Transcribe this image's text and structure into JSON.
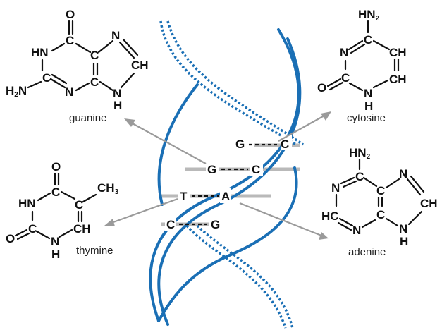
{
  "labels": {
    "guanine": "guanine",
    "cytosine": "cytosine",
    "thymine": "thymine",
    "adenine": "adenine"
  },
  "base_pairs": [
    {
      "left": "G",
      "right": "C"
    },
    {
      "left": "G",
      "right": "C"
    },
    {
      "left": "T",
      "right": "A"
    },
    {
      "left": "C",
      "right": "G"
    }
  ],
  "atoms": {
    "O": "O",
    "N": "N",
    "NH": "NH",
    "HN": "HN",
    "H": "H",
    "C": "C",
    "CH": "CH",
    "HC": "HC",
    "H2N": "H",
    "NH2": "H",
    "CH3": "CH",
    "two": "2",
    "three": "3",
    "N_letter": "N"
  },
  "colors": {
    "strand": "#1a6fb5",
    "rung": "#b9b9b9",
    "arrow": "#9a9a9a"
  }
}
